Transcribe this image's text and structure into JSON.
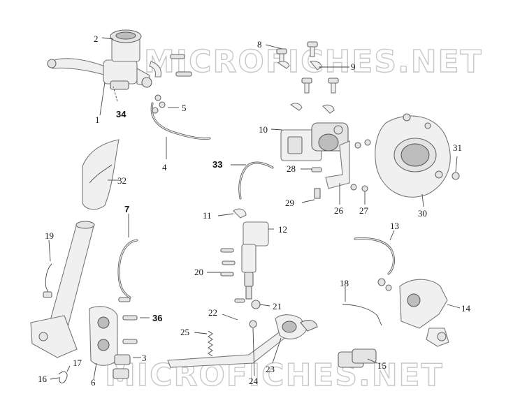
{
  "watermarks": [
    "MICROFICHES.NET",
    "MICROFICHES.NET"
  ],
  "callouts": [
    "1",
    "2",
    "3",
    "4",
    "5",
    "6",
    "7",
    "8",
    "9",
    "10",
    "11",
    "12",
    "14",
    "13",
    "15",
    "16",
    "17",
    "18",
    "19",
    "20",
    "21",
    "22",
    "23",
    "24",
    "25",
    "26",
    "27",
    "28",
    "29",
    "30",
    "31",
    "32",
    "33",
    "34",
    "36"
  ]
}
